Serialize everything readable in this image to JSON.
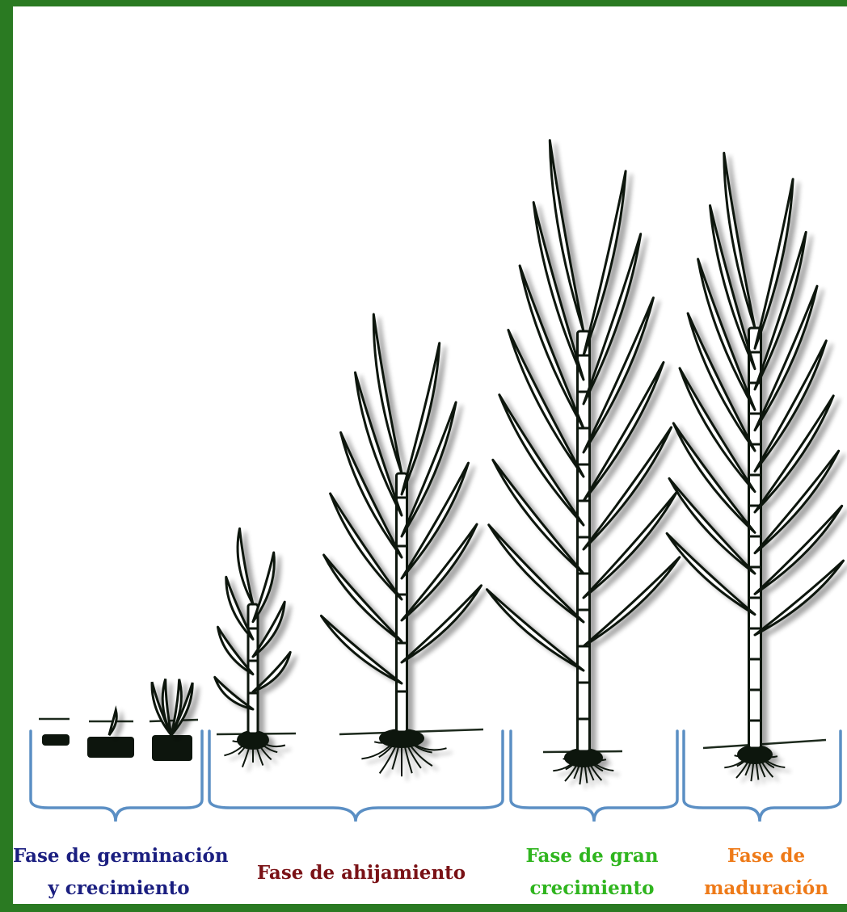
{
  "phases": [
    {
      "id": "germinacion",
      "lines": [
        "Fase de germinación",
        "y crecimiento"
      ],
      "color": "#1b1f80"
    },
    {
      "id": "ahijamiento",
      "lines": [
        "Fase de ahijamiento"
      ],
      "color": "#7a1216"
    },
    {
      "id": "gran-crecimiento",
      "lines": [
        "Fase de gran",
        "crecimiento"
      ],
      "color": "#2fb51e"
    },
    {
      "id": "maduracion",
      "lines": [
        "Fase de",
        "maduración"
      ],
      "color": "#ee7a18"
    }
  ],
  "colors": {
    "frame": "#2a7a22",
    "bracket": "#5b8fc4",
    "plant_outline": "#0d150d",
    "plant_fill": "#ffffff",
    "ground": "#1d2a1d"
  }
}
